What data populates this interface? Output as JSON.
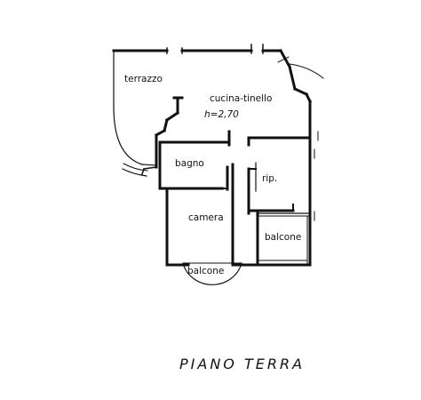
{
  "plan": {
    "title": "PIANO TERRA",
    "rooms": {
      "terrazzo": "terrazzo",
      "cucina": "cucina-tinello",
      "height": "h=2,70",
      "bagno": "bagno",
      "rip": "rip.",
      "camera": "camera",
      "balcone_right": "balcone",
      "balcone_bottom": "balcone"
    },
    "colors": {
      "wall": "#111111",
      "background": "#ffffff"
    }
  }
}
